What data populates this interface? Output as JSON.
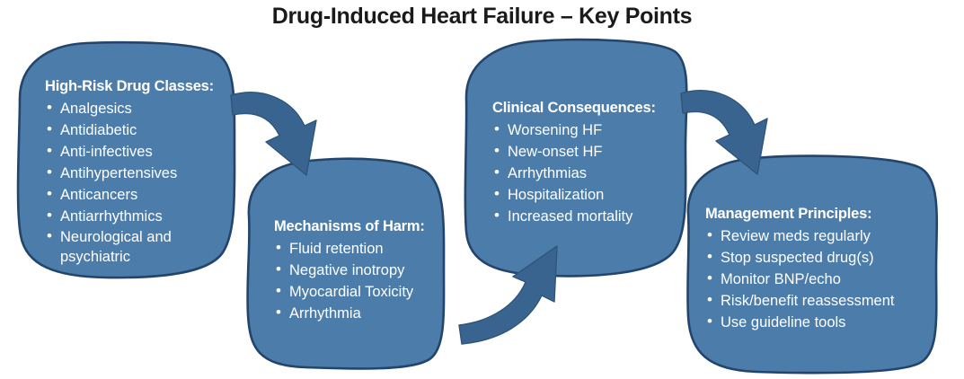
{
  "title": "Drug-Induced Heart Failure – Key Points",
  "colors": {
    "blob_fill": "#4C7CAA",
    "blob_stroke": "#23456B",
    "arrow_fill": "#3A6490",
    "text": "#FFFFFF",
    "title_text": "#1A1A1A",
    "background": "#FFFFFF"
  },
  "boxes": [
    {
      "id": "high-risk-drug-classes",
      "heading": "High-Risk Drug Classes:",
      "items": [
        "Analgesics",
        "Antidiabetic",
        "Anti-infectives",
        "Antihypertensives",
        "Anticancers",
        "Antiarrhythmics",
        "Neurological and psychiatric"
      ]
    },
    {
      "id": "mechanisms-of-harm",
      "heading": "Mechanisms of Harm:",
      "items": [
        "Fluid retention",
        "Negative inotropy",
        "Myocardial Toxicity",
        "Arrhythmia"
      ]
    },
    {
      "id": "clinical-consequences",
      "heading": "Clinical Consequences:",
      "items": [
        "Worsening HF",
        "New-onset HF",
        "Arrhythmias",
        "Hospitalization",
        "Increased mortality"
      ]
    },
    {
      "id": "management-principles",
      "heading": "Management Principles:",
      "items": [
        "Review meds regularly",
        "Stop suspected drug(s)",
        "Monitor BNP/echo",
        "Risk/benefit reassessment",
        "Use guideline tools"
      ]
    }
  ],
  "arrows": [
    {
      "id": "arrow-drug-classes-to-mechanisms",
      "direction": "down-right"
    },
    {
      "id": "arrow-mechanisms-to-consequences",
      "direction": "up-right"
    },
    {
      "id": "arrow-consequences-to-management",
      "direction": "down-right"
    }
  ]
}
